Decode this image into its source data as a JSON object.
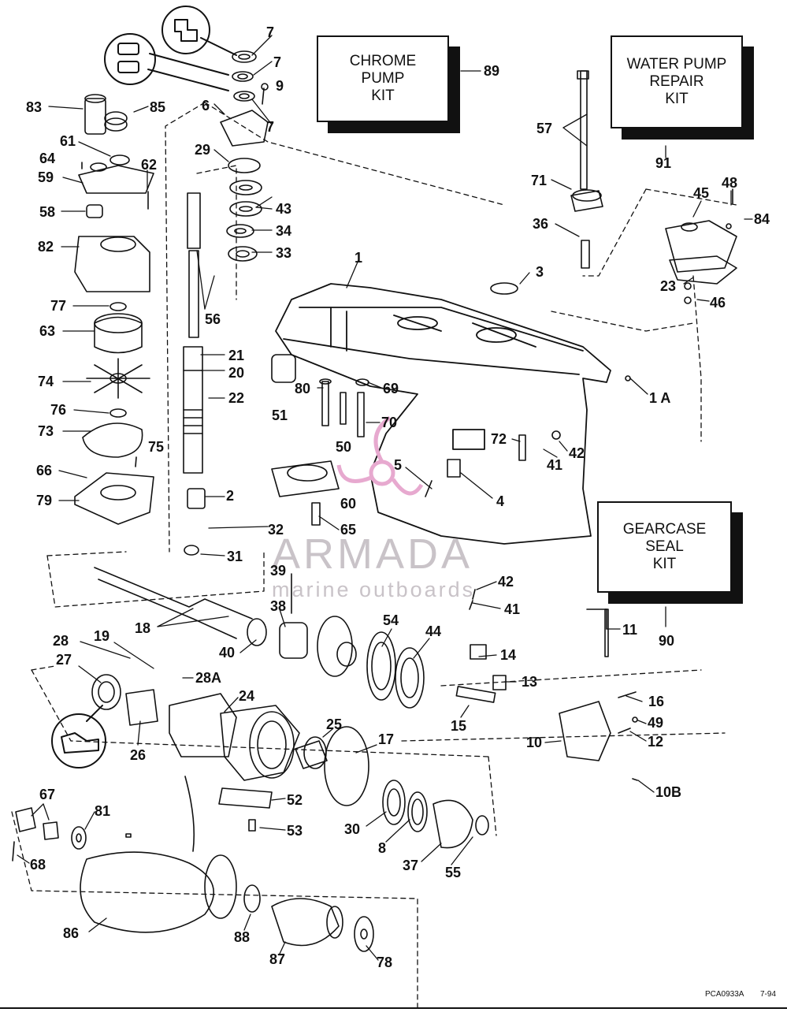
{
  "kits": {
    "chrome": [
      "CHROME",
      "PUMP",
      "KIT"
    ],
    "water": [
      "WATER PUMP",
      "REPAIR",
      "KIT"
    ],
    "gearcase": [
      "GEARCASE",
      "SEAL",
      "KIT"
    ]
  },
  "callouts": {
    "c7a": "7",
    "c7b": "7",
    "c7c": "7",
    "c9": "9",
    "c89": "89",
    "c91": "91",
    "c6": "6",
    "c83": "83",
    "c85": "85",
    "c61": "61",
    "c64": "64",
    "c59": "59",
    "c62": "62",
    "c58": "58",
    "c82": "82",
    "c77": "77",
    "c63": "63",
    "c74": "74",
    "c76": "76",
    "c73": "73",
    "c75": "75",
    "c66": "66",
    "c79": "79",
    "c29": "29",
    "c43": "43",
    "c34": "34",
    "c33": "33",
    "c56": "56",
    "c21": "21",
    "c20": "20",
    "c22": "22",
    "c2": "2",
    "c32": "32",
    "c31": "31",
    "c57": "57",
    "c71": "71",
    "c36": "36",
    "c45": "45",
    "c48": "48",
    "c84": "84",
    "c23": "23",
    "c46": "46",
    "c3": "3",
    "c1": "1",
    "c1A": "1 A",
    "c80": "80",
    "c69": "69",
    "c51": "51",
    "c70": "70",
    "c50": "50",
    "c72": "72",
    "c42a": "42",
    "c41a": "41",
    "c5": "5",
    "c4": "4",
    "c60": "60",
    "c65": "65",
    "c39": "39",
    "c38": "38",
    "c42b": "42",
    "c41b": "41",
    "c18": "18",
    "c40": "40",
    "c54": "54",
    "c44": "44",
    "c11": "11",
    "c90": "90",
    "c28": "28",
    "c19": "19",
    "c27": "27",
    "c28A": "28A",
    "c14": "14",
    "c13": "13",
    "c24": "24",
    "c16": "16",
    "c49": "49",
    "c12": "12",
    "c10": "10",
    "c10B": "10B",
    "c15": "15",
    "c26": "26",
    "c25": "25",
    "c17": "17",
    "c52": "52",
    "c67": "67",
    "c81": "81",
    "c53": "53",
    "c30": "30",
    "c8": "8",
    "c37": "37",
    "c55": "55",
    "c68": "68",
    "c86": "86",
    "c88": "88",
    "c87": "87",
    "c78": "78"
  },
  "watermark": {
    "brand": "ARMADA",
    "tagline": "marine outboards"
  },
  "footer": {
    "code": "PCA0933A",
    "date": "7-94"
  },
  "colors": {
    "ink": "#111111",
    "watermark_gray": "#c9c3c8",
    "watermark_pink": "#e7a9cf"
  }
}
